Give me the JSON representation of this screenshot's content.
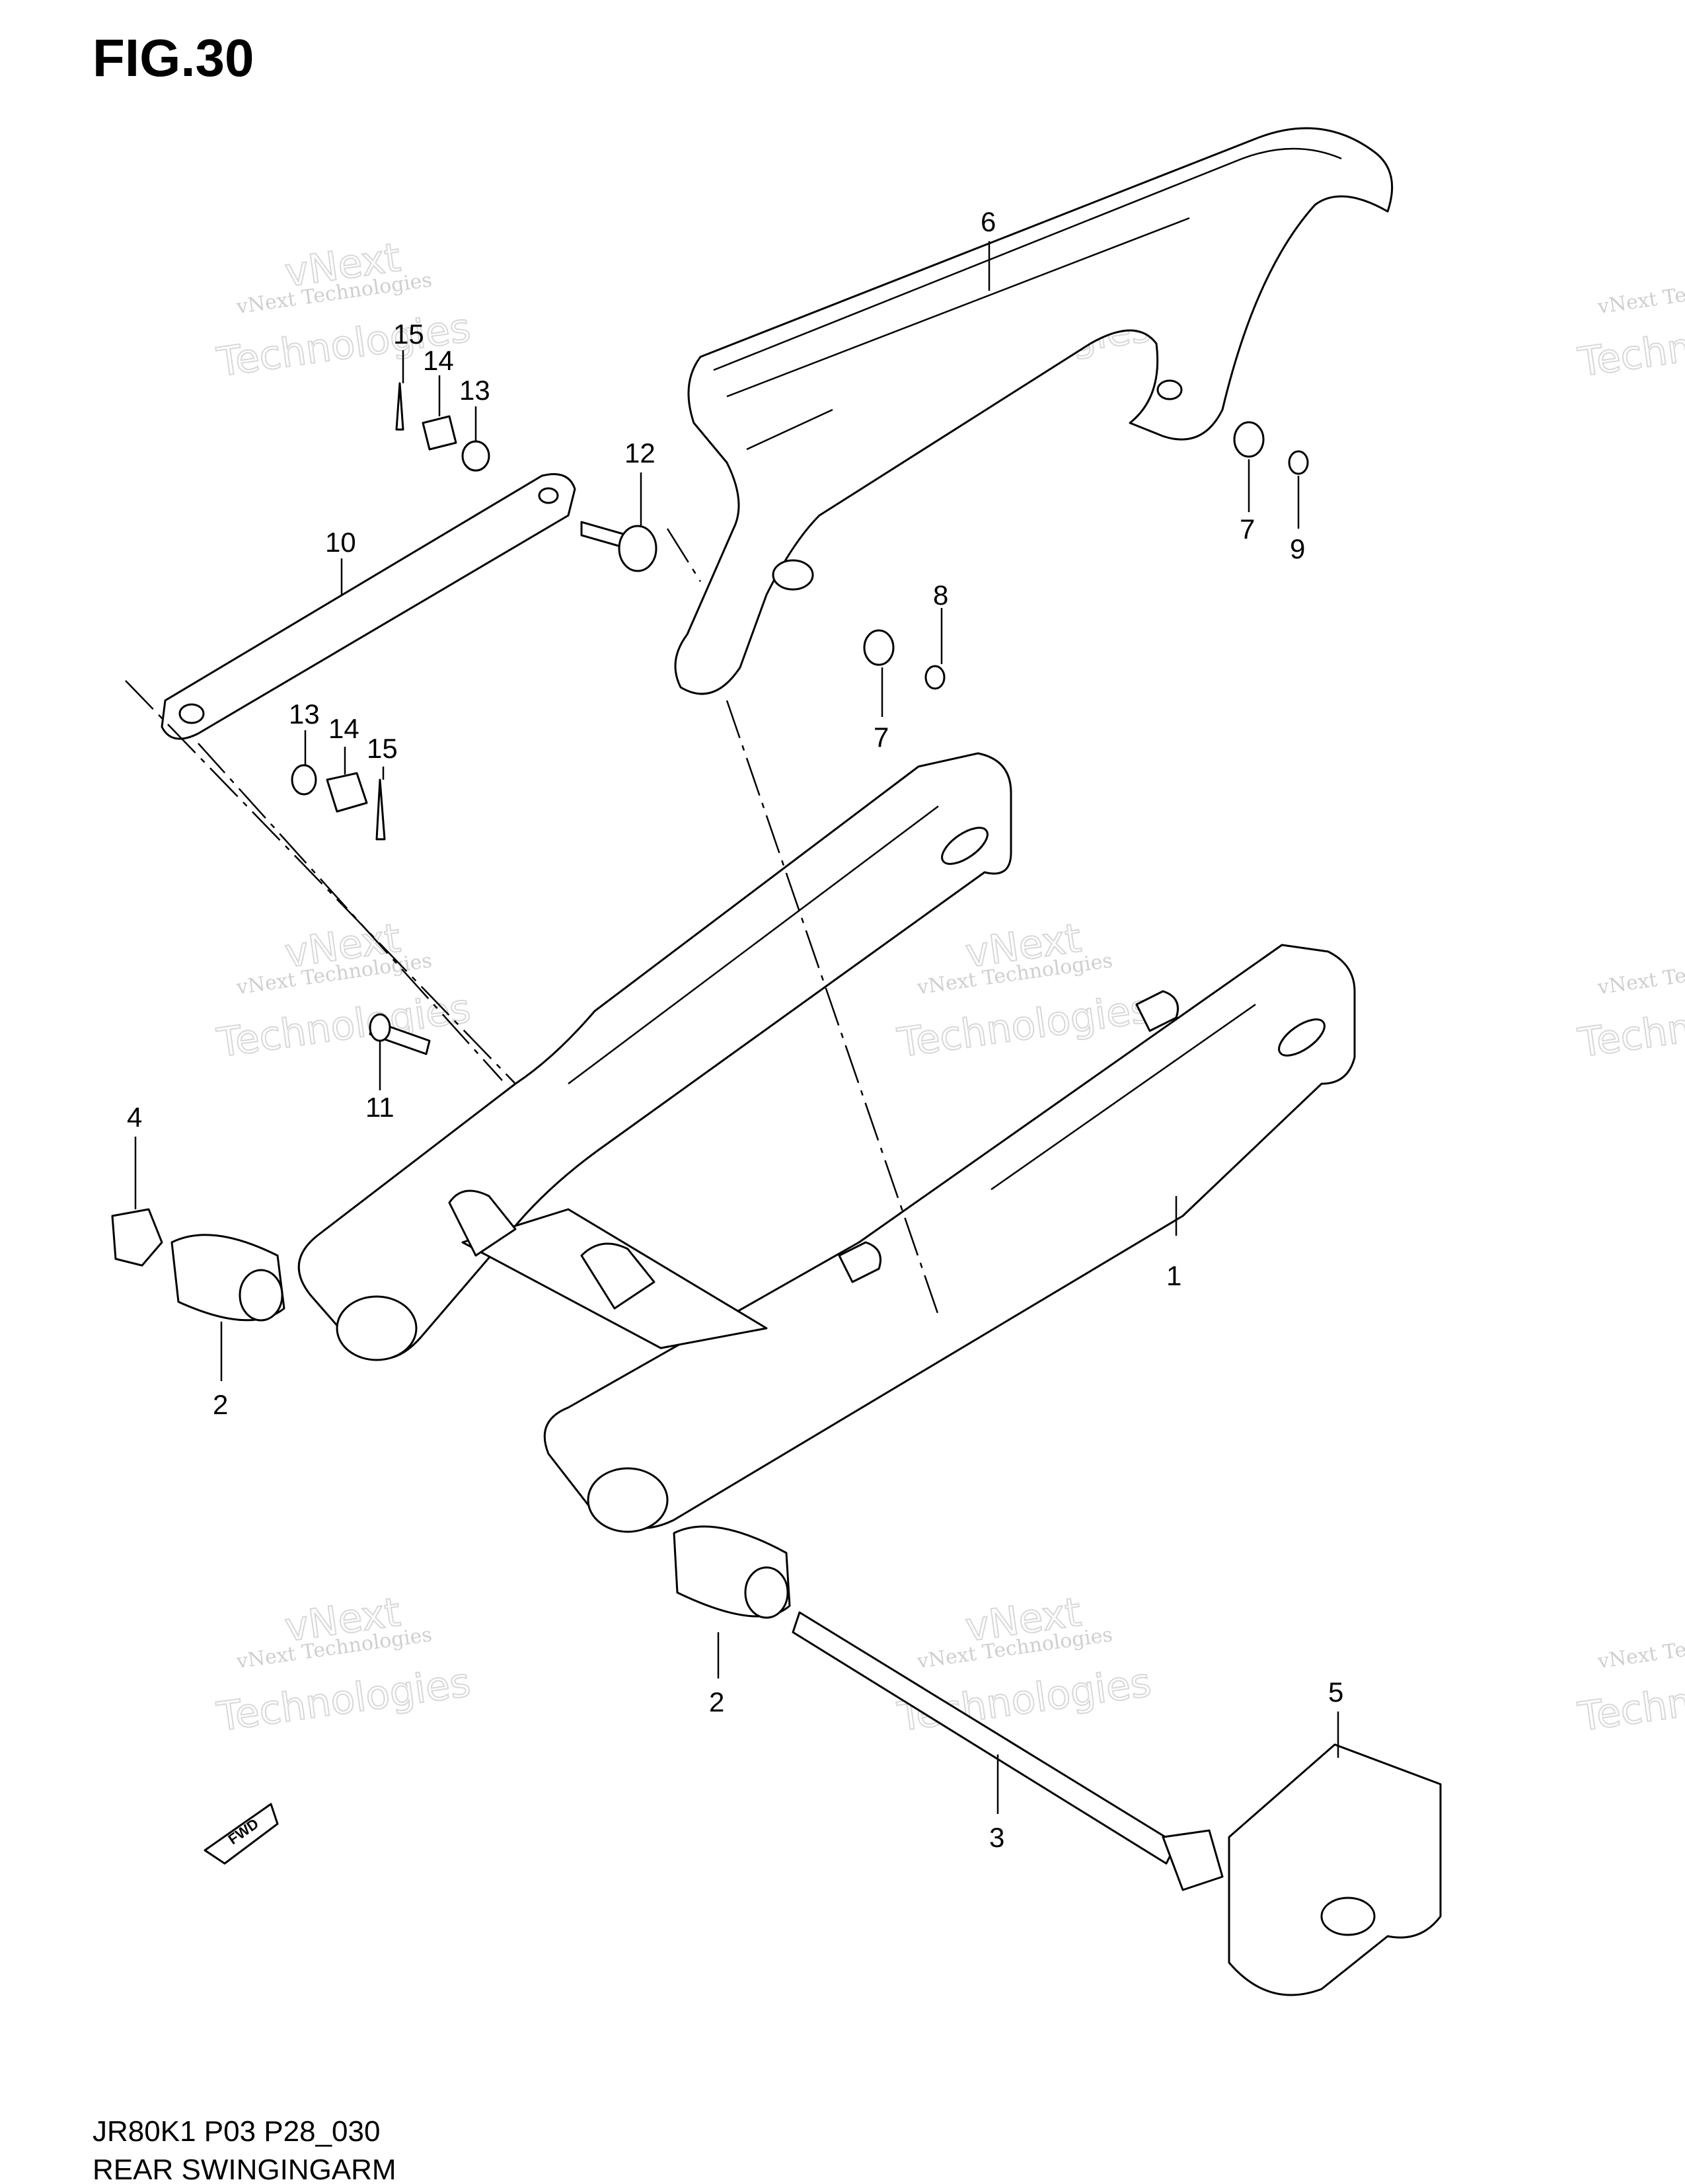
{
  "figure": {
    "title": "FIG.30",
    "code": "JR80K1 P03 P28_030",
    "name": "REAR SWINGINGARM"
  },
  "watermark": {
    "line1": "vNext Technologies",
    "line2": "vNext",
    "line3": "Technologies"
  },
  "fwd_label": "FWD",
  "callouts": [
    {
      "id": "c1",
      "label": "1"
    },
    {
      "id": "c2a",
      "label": "2"
    },
    {
      "id": "c2b",
      "label": "2"
    },
    {
      "id": "c3",
      "label": "3"
    },
    {
      "id": "c4",
      "label": "4"
    },
    {
      "id": "c5",
      "label": "5"
    },
    {
      "id": "c6",
      "label": "6"
    },
    {
      "id": "c7a",
      "label": "7"
    },
    {
      "id": "c7b",
      "label": "7"
    },
    {
      "id": "c8",
      "label": "8"
    },
    {
      "id": "c9",
      "label": "9"
    },
    {
      "id": "c10",
      "label": "10"
    },
    {
      "id": "c11",
      "label": "11"
    },
    {
      "id": "c12",
      "label": "12"
    },
    {
      "id": "c13a",
      "label": "13"
    },
    {
      "id": "c13b",
      "label": "13"
    },
    {
      "id": "c14a",
      "label": "14"
    },
    {
      "id": "c14b",
      "label": "14"
    },
    {
      "id": "c15a",
      "label": "15"
    },
    {
      "id": "c15b",
      "label": "15"
    }
  ],
  "colors": {
    "line": "#000000",
    "watermark": "#cfcfcf",
    "background": "#ffffff"
  }
}
